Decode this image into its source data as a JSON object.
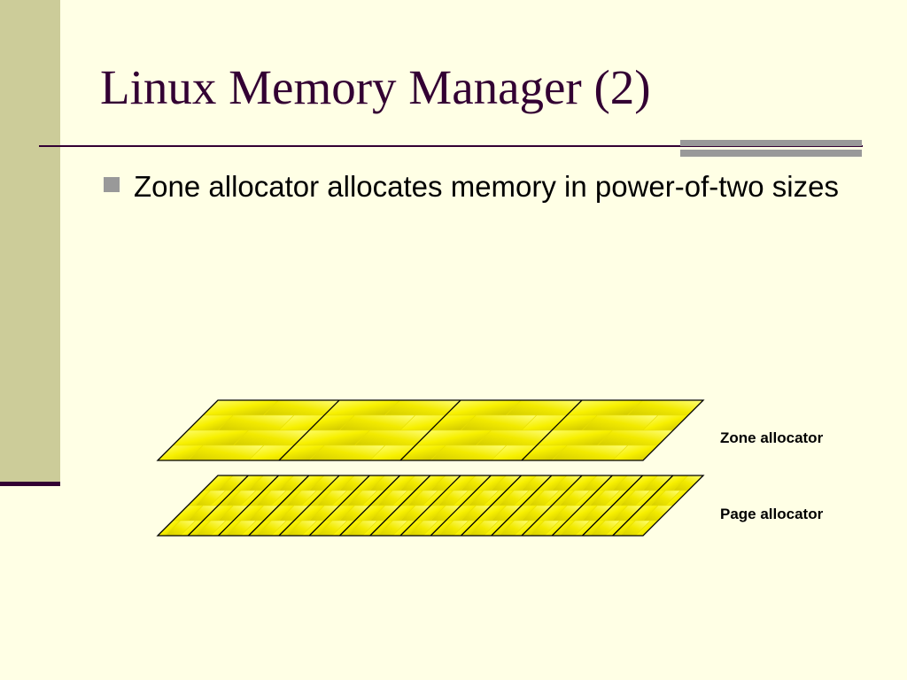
{
  "slide": {
    "title": "Linux Memory Manager (2)",
    "bullets": [
      "Zone allocator allocates memory in power-of-two sizes"
    ]
  },
  "diagram": {
    "layers": [
      {
        "label": "Zone allocator",
        "block_count": 4
      },
      {
        "label": "Page allocator",
        "block_count": 16
      }
    ],
    "colors": {
      "fill_light": "#FFFF7A",
      "fill_mid": "#F7F000",
      "fill_dark": "#C9C000",
      "outline": "#000000"
    }
  },
  "theme": {
    "background": "#FFFFE5",
    "left_band": "#CCCC99",
    "title_color": "#330033",
    "rule_color": "#330033",
    "accent_gray": "#999999"
  }
}
